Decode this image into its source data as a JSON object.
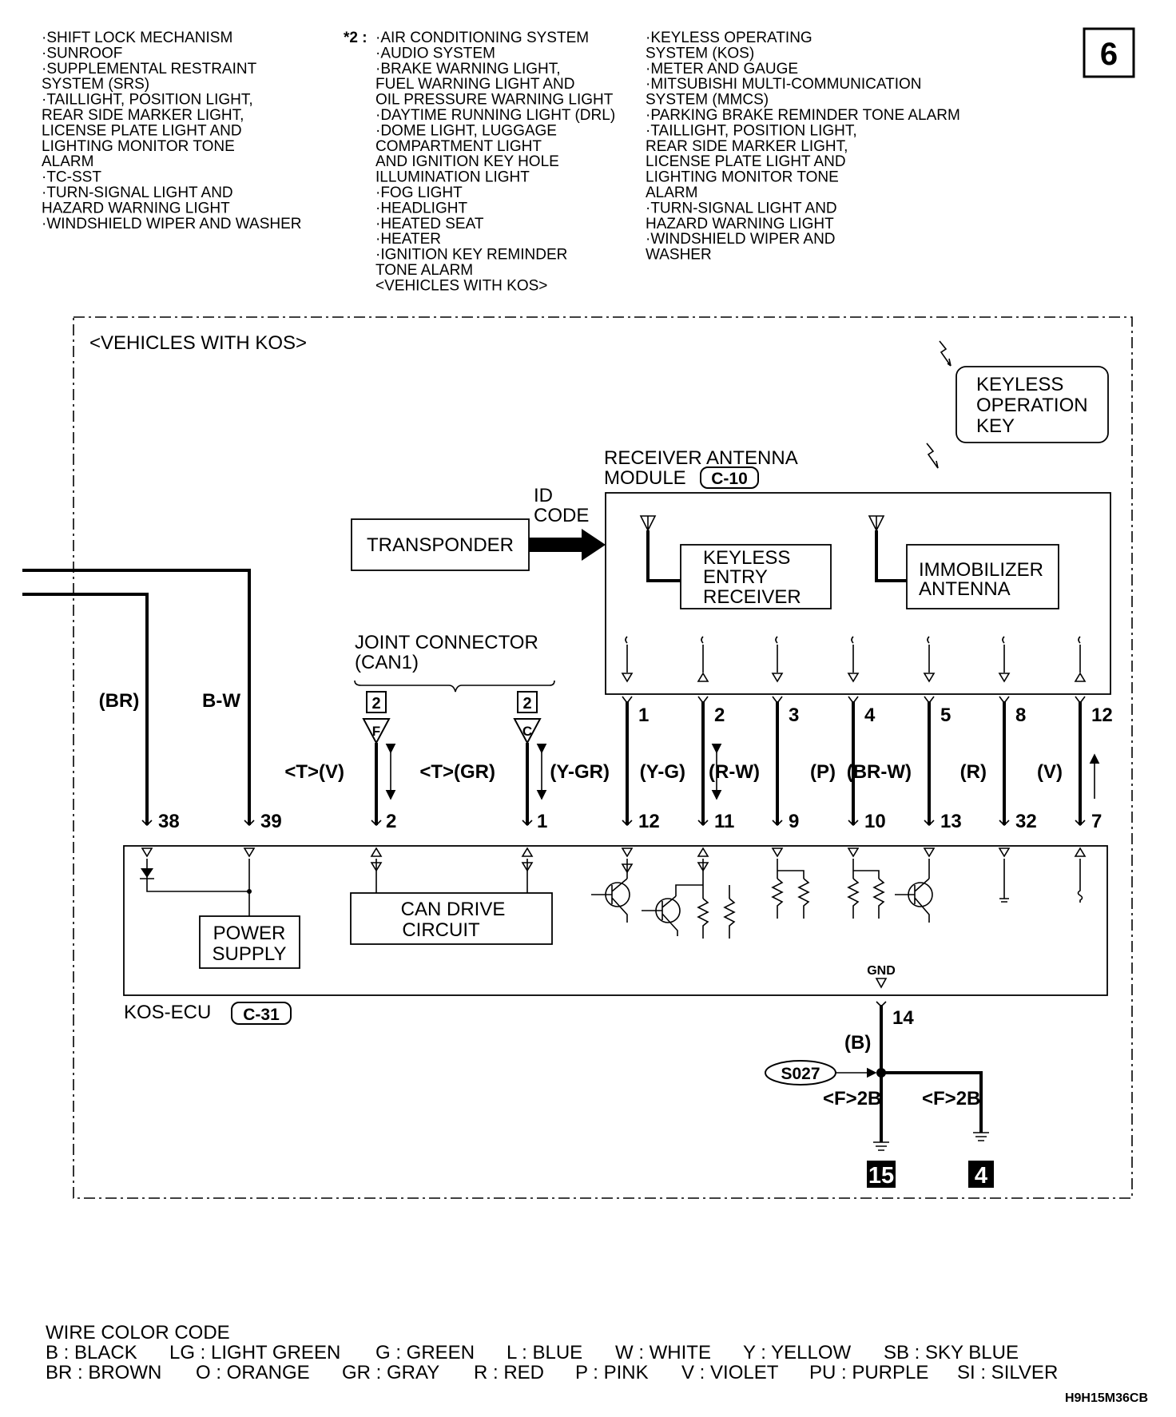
{
  "page_number": "6",
  "list_col1": [
    "·SHIFT LOCK MECHANISM",
    "·SUNROOF",
    "·SUPPLEMENTAL RESTRAINT",
    " SYSTEM (SRS)",
    "·TAILLIGHT, POSITION LIGHT,",
    " REAR SIDE MARKER LIGHT,",
    " LICENSE PLATE LIGHT AND",
    " LIGHTING MONITOR TONE",
    " ALARM",
    "·TC-SST",
    "·TURN-SIGNAL LIGHT AND",
    " HAZARD WARNING LIGHT",
    "·WINDSHIELD WIPER AND WASHER"
  ],
  "list_col2_marker": "*2 :",
  "list_col2": [
    "·AIR CONDITIONING SYSTEM",
    "·AUDIO SYSTEM",
    "·BRAKE WARNING LIGHT,",
    " FUEL WARNING LIGHT AND",
    " OIL PRESSURE WARNING LIGHT",
    "·DAYTIME RUNNING LIGHT (DRL)",
    "·DOME LIGHT, LUGGAGE",
    " COMPARTMENT LIGHT",
    " AND IGNITION KEY HOLE",
    " ILLUMINATION LIGHT",
    "·FOG LIGHT",
    "·HEADLIGHT",
    "·HEATED SEAT",
    "·HEATER",
    "·IGNITION KEY REMINDER",
    " TONE ALARM",
    " <VEHICLES WITH KOS>"
  ],
  "list_col3": [
    "·KEYLESS OPERATING",
    " SYSTEM (KOS)",
    "·METER AND GAUGE",
    "·MITSUBISHI MULTI-COMMUNICATION",
    " SYSTEM (MMCS)",
    "·PARKING BRAKE REMINDER TONE ALARM",
    "·TAILLIGHT, POSITION LIGHT,",
    " REAR SIDE MARKER LIGHT,",
    " LICENSE PLATE LIGHT AND",
    " LIGHTING MONITOR TONE",
    " ALARM",
    "·TURN-SIGNAL LIGHT AND",
    " HAZARD WARNING LIGHT",
    "·WINDSHIELD WIPER AND",
    " WASHER"
  ],
  "frame_title": "<VEHICLES WITH KOS>",
  "keyless_key": [
    "KEYLESS",
    "OPERATION",
    "KEY"
  ],
  "receiver_module": [
    "RECEIVER ANTENNA",
    "MODULE"
  ],
  "receiver_connector": "C-10",
  "transponder": "TRANSPONDER",
  "id_code": [
    "ID",
    "CODE"
  ],
  "keyless_entry_receiver": [
    "KEYLESS",
    "ENTRY",
    "RECEIVER"
  ],
  "immobilizer_antenna": [
    "IMMOBILIZER",
    "ANTENNA"
  ],
  "joint_connector": [
    "JOINT CONNECTOR",
    "(CAN1)"
  ],
  "joint_pins": [
    {
      "box": "2",
      "tri": "F",
      "color": "<T>(V)",
      "ecu_pin": "2"
    },
    {
      "box": "2",
      "tri": "C",
      "color": "<T>(GR)",
      "ecu_pin": "1"
    }
  ],
  "left_wires": [
    {
      "color": "(BR)",
      "ecu_pin": "38"
    },
    {
      "color": "B-W",
      "ecu_pin": "39"
    }
  ],
  "module_wires": [
    {
      "top_pin": "1",
      "color": "(Y-GR)",
      "ecu_pin": "12"
    },
    {
      "top_pin": "2",
      "color": "(Y-G)",
      "ecu_pin": "11"
    },
    {
      "top_pin": "3",
      "color": "(R-W)",
      "ecu_pin": "9"
    },
    {
      "top_pin": "4",
      "color": "(P)",
      "ecu_pin": "10"
    },
    {
      "top_pin": "5",
      "color": "(BR-W)",
      "ecu_pin": "13"
    },
    {
      "top_pin": "8",
      "color": "(R)",
      "ecu_pin": "32"
    },
    {
      "top_pin": "12",
      "color": "(V)",
      "ecu_pin": "7"
    }
  ],
  "power_supply": [
    "POWER",
    "SUPPLY"
  ],
  "can_drive_circuit": [
    "CAN DRIVE",
    "CIRCUIT"
  ],
  "ecu_name": "KOS-ECU",
  "ecu_connector": "C-31",
  "gnd_label": "GND",
  "gnd_pin": "14",
  "gnd_color": "(B)",
  "splice": "S027",
  "ground_left": {
    "connector": "<F>2B",
    "point": "15"
  },
  "ground_right": {
    "connector": "<F>2B",
    "point": "4"
  },
  "wire_color_code_title": "WIRE COLOR CODE",
  "wire_color_row1": [
    "B : BLACK",
    "LG : LIGHT GREEN",
    "G : GREEN",
    "L : BLUE",
    "W : WHITE",
    "Y : YELLOW",
    "SB : SKY BLUE"
  ],
  "wire_color_row2": [
    "BR : BROWN",
    "O : ORANGE",
    "GR : GRAY",
    "R : RED",
    "P : PINK",
    "V : VIOLET",
    "PU : PURPLE",
    "SI : SILVER"
  ],
  "figure_code": "H9H15M36CB"
}
